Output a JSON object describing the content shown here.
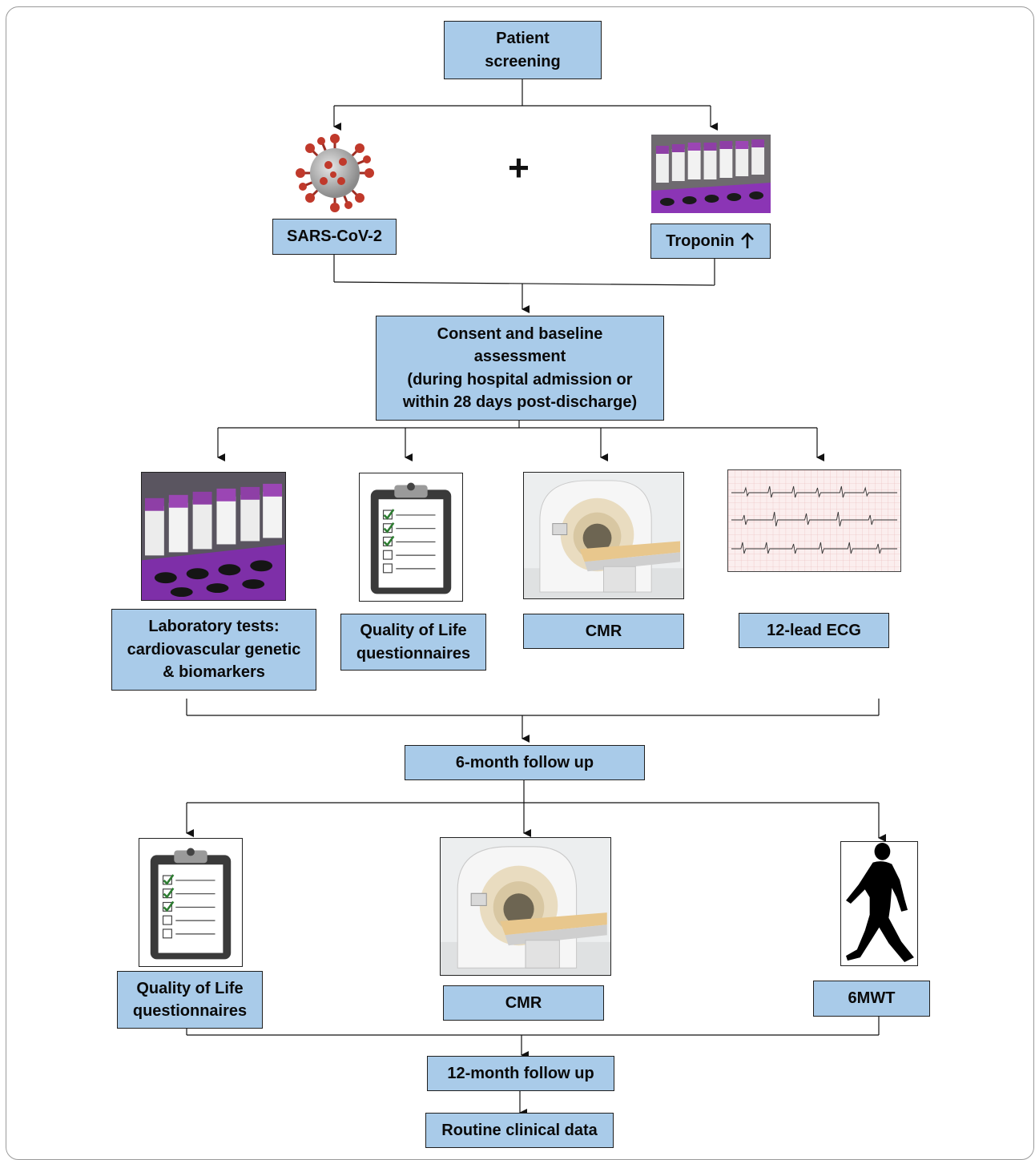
{
  "diagram": {
    "boxes": {
      "screening": "Patient\nscreening",
      "sars": "SARS-CoV-2",
      "troponin": "Troponin",
      "consent": "Consent and baseline\nassessment\n(during hospital admission or\nwithin 28 days post-discharge)",
      "lab": "Laboratory tests:\ncardiovascular genetic\n& biomarkers",
      "qol1": "Quality of Life\nquestionnaires",
      "cmr1": "CMR",
      "ecg": "12-lead ECG",
      "followup6": "6-month follow up",
      "qol2": "Quality of Life\nquestionnaires",
      "cmr2": "CMR",
      "walk": "6MWT",
      "followup12": "12-month follow up",
      "routine": "Routine clinical data"
    },
    "plus_symbol": "+",
    "colors": {
      "box_fill": "#a9cbe9",
      "line": "#111111",
      "virus": "#c0392b",
      "tube_cap": "#8e3fa6"
    },
    "icons": [
      "coronavirus-icon",
      "blood-tube-rack-icon",
      "clipboard-checklist-icon",
      "mri-scanner-icon",
      "ecg-strip-icon",
      "walking-person-icon",
      "arrow-up-icon"
    ]
  }
}
